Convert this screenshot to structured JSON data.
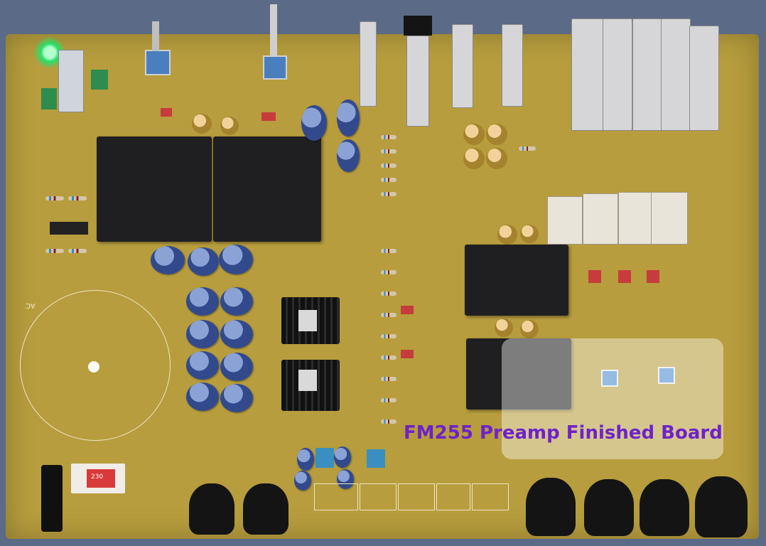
{
  "photo": {
    "caption": "FM255 Preamp Finished Board",
    "subject": "pcb-board",
    "silkscreen": {
      "ac_label": "AC",
      "voltage_switch_label": "230"
    },
    "colors": {
      "board": "#b79d3d",
      "caption": "#6f22c9",
      "background": "#5b6a86"
    }
  }
}
